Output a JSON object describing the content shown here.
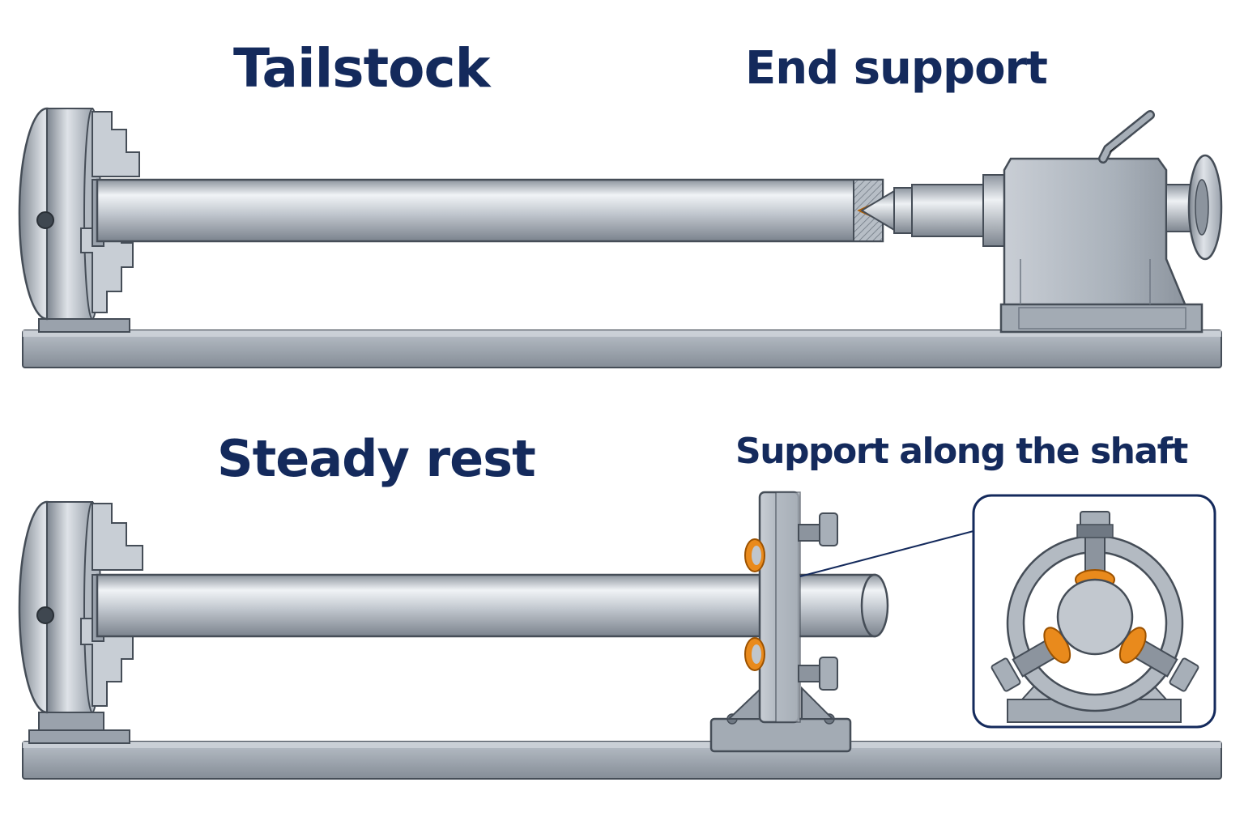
{
  "labels": {
    "tailstock": "Tailstock",
    "end_support": "End support",
    "steady_rest": "Steady rest",
    "support_along_shaft": "Support along the shaft"
  },
  "colors": {
    "title": "#142a5c",
    "steel_light": "#d5dae0",
    "steel_mid": "#a7afb8",
    "steel_dark": "#6f7883",
    "outline": "#454d57",
    "bed": "#9aa2ac",
    "pad_accent": "#e98a1c"
  }
}
